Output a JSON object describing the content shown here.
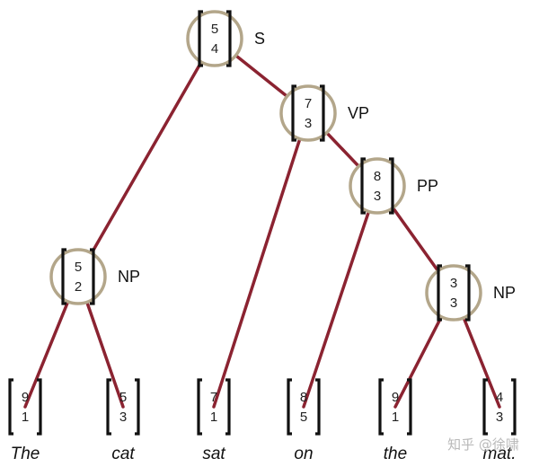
{
  "nodes": [
    {
      "id": "s",
      "label": "S",
      "vector": [
        "5",
        "4"
      ]
    },
    {
      "id": "vp",
      "label": "VP",
      "vector": [
        "7",
        "3"
      ]
    },
    {
      "id": "pp",
      "label": "PP",
      "vector": [
        "8",
        "3"
      ]
    },
    {
      "id": "np1",
      "label": "NP",
      "vector": [
        "5",
        "2"
      ]
    },
    {
      "id": "np2",
      "label": "NP",
      "vector": [
        "3",
        "3"
      ]
    }
  ],
  "leaves": [
    {
      "id": "w1",
      "word": "The",
      "vector": [
        "9",
        "1"
      ]
    },
    {
      "id": "w2",
      "word": "cat",
      "vector": [
        "5",
        "3"
      ]
    },
    {
      "id": "w3",
      "word": "sat",
      "vector": [
        "7",
        "1"
      ]
    },
    {
      "id": "w4",
      "word": "on",
      "vector": [
        "8",
        "5"
      ]
    },
    {
      "id": "w5",
      "word": "the",
      "vector": [
        "9",
        "1"
      ]
    },
    {
      "id": "w6",
      "word": "mat.",
      "vector": [
        "4",
        "3"
      ]
    }
  ],
  "edges": [
    [
      "s",
      "np1"
    ],
    [
      "s",
      "vp"
    ],
    [
      "np1",
      "w1"
    ],
    [
      "np1",
      "w2"
    ],
    [
      "vp",
      "w3"
    ],
    [
      "vp",
      "pp"
    ],
    [
      "pp",
      "w4"
    ],
    [
      "pp",
      "np2"
    ],
    [
      "np2",
      "w5"
    ],
    [
      "np2",
      "w6"
    ]
  ],
  "colors": {
    "edge": "#8b2331",
    "node_ring": "#b3a68a",
    "bracket": "#111111"
  },
  "watermark": "知乎 @徐啸"
}
